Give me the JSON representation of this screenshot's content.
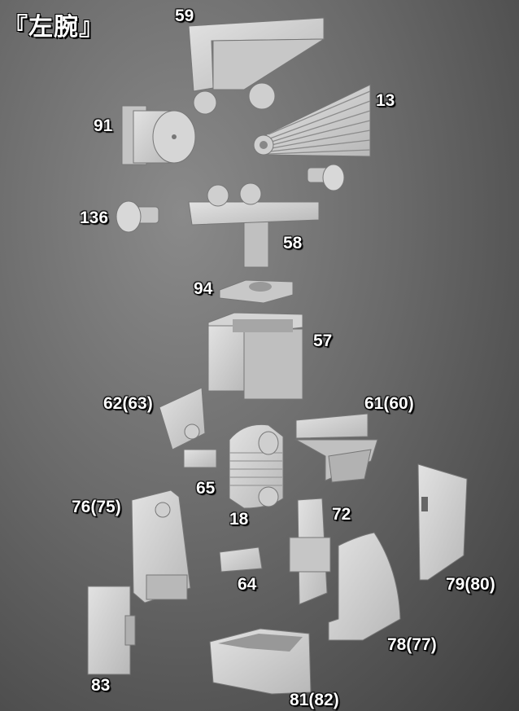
{
  "title": "『左腕』",
  "parts": [
    {
      "id": "59"
    },
    {
      "id": "13"
    },
    {
      "id": "91"
    },
    {
      "id": "136"
    },
    {
      "id": "58"
    },
    {
      "id": "94"
    },
    {
      "id": "57"
    },
    {
      "id": "62(63)"
    },
    {
      "id": "61(60)"
    },
    {
      "id": "65"
    },
    {
      "id": "18"
    },
    {
      "id": "76(75)"
    },
    {
      "id": "72"
    },
    {
      "id": "79(80)"
    },
    {
      "id": "64"
    },
    {
      "id": "78(77)"
    },
    {
      "id": "83"
    },
    {
      "id": "81(82)"
    }
  ],
  "colors": {
    "part_light": "#d8d8d8",
    "part_mid": "#bdbdbd",
    "part_dark": "#9a9a9a",
    "label": "#ffffff"
  }
}
